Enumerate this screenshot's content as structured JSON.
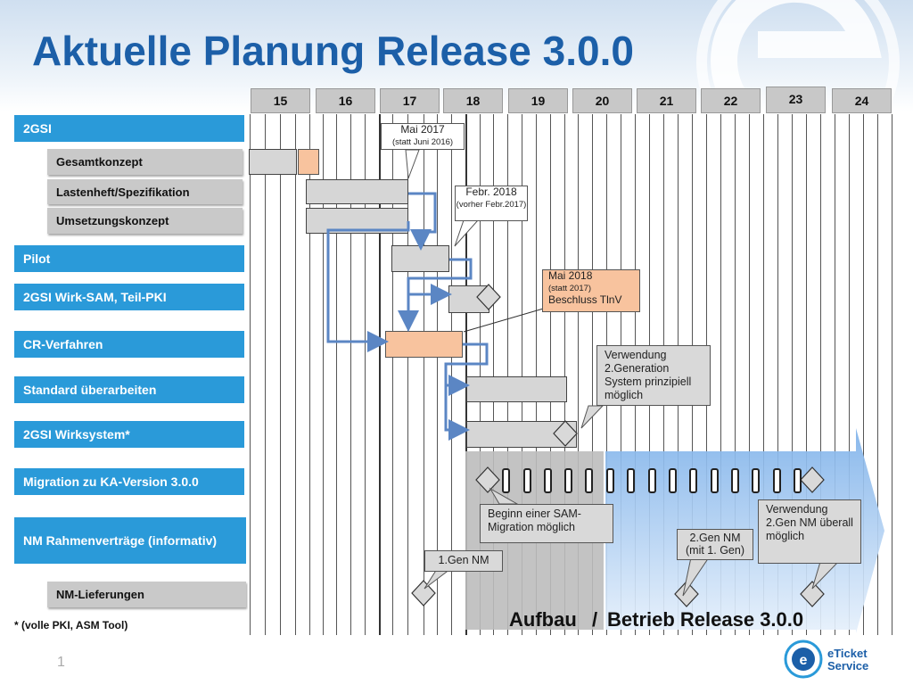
{
  "title": "Aktuelle Planung Release 3.0.0",
  "quarters": [
    "15",
    "16",
    "17",
    "18",
    "19",
    "20",
    "21",
    "22",
    "23",
    "24"
  ],
  "rows": {
    "r2gsi": "2GSI",
    "gesamtkonzept": "Gesamtkonzept",
    "lastenheft": "Lastenheft/Spezifikation",
    "umsetzungskonzept": "Umsetzungskonzept",
    "pilot": "Pilot",
    "wirksam": "2GSI Wirk-SAM, Teil-PKI",
    "cr": "CR-Verfahren",
    "standard": "Standard überarbeiten",
    "wirksystem": "2GSI Wirksystem*",
    "migration": "Migration zu KA-Version 3.0.0",
    "nm_rahmen": "NM Rahmenverträge (informativ)",
    "nm_lieferungen": "NM-Lieferungen"
  },
  "callouts": {
    "mai2017_main": "Mai 2017",
    "mai2017_sub": "(statt Juni 2016)",
    "febr2018_main": "Febr. 2018",
    "febr2018_sub": "(vorher Febr.2017)",
    "mai2018_main": "Mai 2018",
    "mai2018_sub": "(statt 2017)",
    "mai2018_extra": "Beschluss TlnV",
    "verwendung2": "Verwendung 2.Generation System prinzipiell möglich",
    "beginn_sam": "Beginn einer SAM-Migration möglich",
    "gen1_nm": "1.Gen NM",
    "gen2_nm": "2.Gen NM (mit 1. Gen)",
    "verwendung_nm": "Verwendung 2.Gen NM überall möglich"
  },
  "aufbau_label": "Aufbau",
  "slash": "/",
  "betrieb_label": "Betrieb Release 3.0.0",
  "footnote": "* (volle PKI, ASM Tool)",
  "page_number": "1",
  "logo_text_1": "eTicket",
  "logo_text_2": "Service",
  "colors": {
    "title": "#1c5fa8",
    "row_blue": "#2a9ad9",
    "bar_orange": "#f8c39e",
    "arrow_blue": "#5b86c4"
  }
}
